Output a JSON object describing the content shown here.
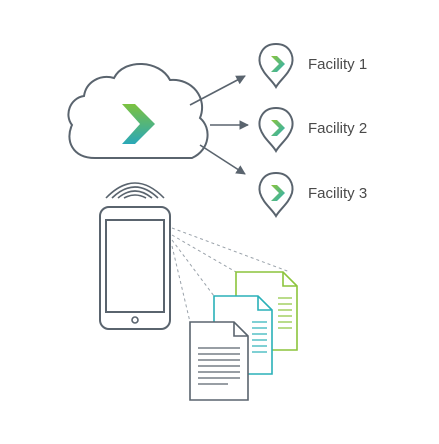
{
  "facilities": [
    {
      "label": "Facility 1"
    },
    {
      "label": "Facility 2"
    },
    {
      "label": "Facility 3"
    }
  ],
  "colors": {
    "line": "#5a646e",
    "green": "#8cc43c",
    "teal": "#2ab0b8",
    "cloud_arrow_top": "#7cc240",
    "cloud_arrow_bottom": "#2aa8b8",
    "label_text": "#4a4a4a"
  },
  "icons": {
    "cloud": "cloud-icon",
    "location_pin": "location-pin-icon",
    "phone": "smartphone-icon",
    "wireless": "wireless-signal-icon",
    "document": "document-icon"
  }
}
